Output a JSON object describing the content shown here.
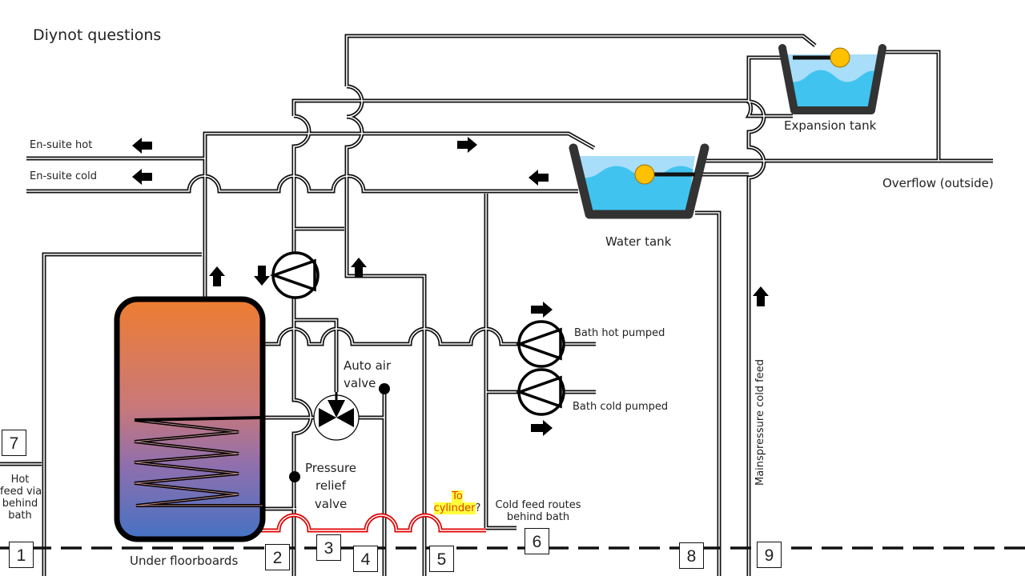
{
  "title": "Diynot questions",
  "labels": {
    "ensuite_hot": "En-suite hot",
    "ensuite_cold": "En-suite cold",
    "expansion_tank": "Expansion tank",
    "water_tank": "Water tank",
    "overflow": "Overflow (outside)",
    "bath_hot_pumped": "Bath hot pumped",
    "bath_cold_pumped": "Bath cold pumped",
    "auto_air_valve_1": "Auto air",
    "auto_air_valve_2": "valve",
    "pressure_relief_1": "Pressure",
    "pressure_relief_2": "relief",
    "pressure_relief_3": "valve",
    "to_cylinder_1": "To",
    "to_cylinder_2": "cylinder",
    "to_cylinder_q": "?",
    "cold_feed_1": "Cold feed routes",
    "cold_feed_2": "behind bath",
    "hot_feed_1": "Hot",
    "hot_feed_2": "feed via",
    "hot_feed_3": "behind",
    "hot_feed_4": "bath",
    "under_floorboards": "Under  floorboards",
    "mains_cold_feed": "Mainspressure cold feed"
  },
  "markers": [
    "1",
    "2",
    "3",
    "4",
    "5",
    "6",
    "7",
    "8",
    "9"
  ],
  "colors": {
    "pipe": "#111111",
    "hot_pipe_red": "#e00000",
    "water": "#41c3f0",
    "water_light": "#a8defa",
    "tank_wall": "#333333",
    "float": "#ffc000",
    "cylinder_top": "#ee7d31",
    "cylinder_mid": "#c07a8a",
    "cylinder_bottom": "#4472c4",
    "highlight": "#ffff3c",
    "highlight_text": "#e23c00"
  },
  "icons": {
    "pump": "pump-icon",
    "arrow": "flow-arrow-icon",
    "valve": "three-way-valve-icon"
  }
}
